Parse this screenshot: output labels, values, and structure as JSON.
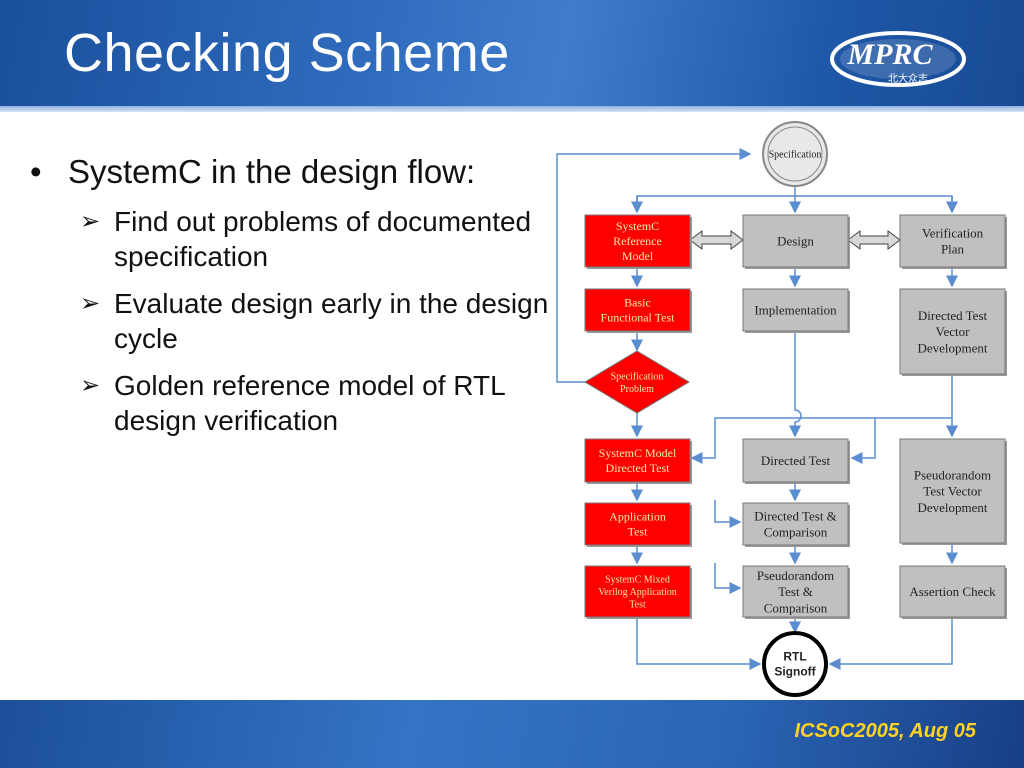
{
  "slide": {
    "title": "Checking Scheme",
    "footer": "ICSoC2005, Aug 05",
    "logo": {
      "text": "MPRC",
      "subtext": "北大众志"
    }
  },
  "bullets": {
    "main": "SystemC in the design flow:",
    "subs": [
      "Find out problems of documented specification",
      "Evaluate design early in the design cycle",
      "Golden reference model of RTL design verification"
    ]
  },
  "diagram": {
    "colors": {
      "red": "#ff0000",
      "gray": "#c0c0c0",
      "arrow": "#5b8ed0"
    },
    "nodes": {
      "specification": [
        "Specification"
      ],
      "systemc_ref": [
        "SystemC",
        "Reference",
        "Model"
      ],
      "design": [
        "Design"
      ],
      "verification_plan": [
        "Verification",
        "Plan"
      ],
      "basic_test": [
        "Basic",
        "Functional Test"
      ],
      "implementation": [
        "Implementation"
      ],
      "directed_vector": [
        "Directed Test",
        "Vector",
        "Development"
      ],
      "spec_problem": [
        "Specification",
        "Problem"
      ],
      "systemc_directed": [
        "SystemC Model",
        "Directed Test"
      ],
      "directed_test": [
        "Directed Test"
      ],
      "pseudo_dev": [
        "Pseudorandom",
        "Test Vector",
        "Development"
      ],
      "app_test": [
        "Application",
        "Test"
      ],
      "directed_comp": [
        "Directed Test &",
        "Comparison"
      ],
      "mixed_test": [
        "SystemC Mixed",
        "Verilog Application",
        "Test"
      ],
      "pseudo_comp": [
        "Pseudorandom",
        "Test &",
        "Comparison"
      ],
      "assertion": [
        "Assertion Check"
      ],
      "rtl_signoff": [
        "RTL",
        "Signoff"
      ]
    }
  }
}
